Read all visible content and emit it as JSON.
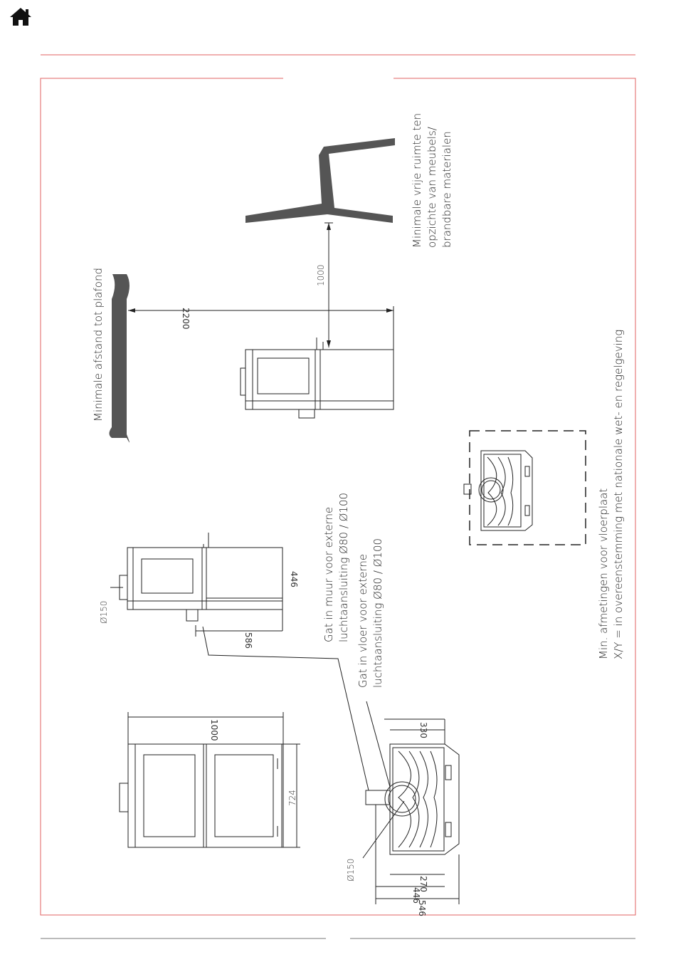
{
  "colors": {
    "frame": "#e06060",
    "ink": "#222222",
    "panel": "#555555"
  },
  "icons": {
    "home": "home-icon"
  },
  "labels": {
    "ceiling": "Minimale afstand tot plafond",
    "furniture": "Minimale vrije ruimte ten\nopzichte van meubels/\nbrandbare materialen",
    "wall_hole": "Gat in muur voor externe\nluchtaansluiting Ø80 / Ø100",
    "floor_hole": "Gat in vloer voor externe\nluchtaansluiting Ø80 / Ø100",
    "floorplate": "Min. afmetingen voor vloerplaat\nX/Y = in overeenstemming met nationale wet- en regelgeving"
  },
  "dimensions": {
    "d2200": "2200",
    "d1000_clear": "1000",
    "d150_top": "Ø150",
    "d446_side": "446",
    "d586": "586",
    "d1000_width": "1000",
    "d724": "724",
    "d330": "330",
    "d150_bottom": "Ø150",
    "d270": "270",
    "d446_bottom": "446",
    "d546": "546"
  }
}
